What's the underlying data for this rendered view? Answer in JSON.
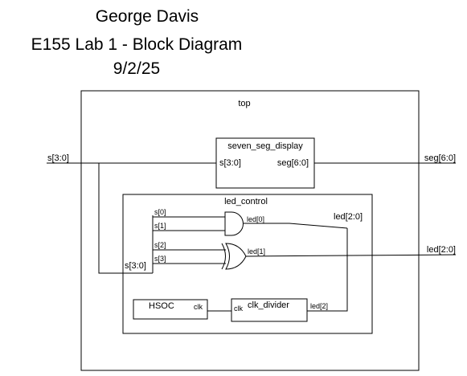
{
  "header": {
    "author": "George Davis",
    "title": "E155 Lab 1 - Block Diagram",
    "date": "9/2/25"
  },
  "top_module": {
    "name": "top",
    "input_label": "s[3:0]",
    "seg_output_label": "seg[6:0]",
    "led_output_label": "led[2:0]"
  },
  "seven_seg": {
    "name": "seven_seg_display",
    "in_port": "s[3:0]",
    "out_port": "seg[6:0]"
  },
  "led_control": {
    "name": "led_control",
    "bus_in_label": "s[3:0]",
    "bus_out_label": "led[2:0]",
    "and_gate": {
      "in_a": "s[0]",
      "in_b": "s[1]",
      "out": "led[0]"
    },
    "xor_gate": {
      "in_a": "s[2]",
      "in_b": "s[3]",
      "out": "led[1]"
    },
    "hsoc": {
      "name": "HSOC",
      "out_port": "clk"
    },
    "clk_divider": {
      "name": "clk_divider",
      "in_port": "clk",
      "out_port": "led[2]"
    }
  }
}
